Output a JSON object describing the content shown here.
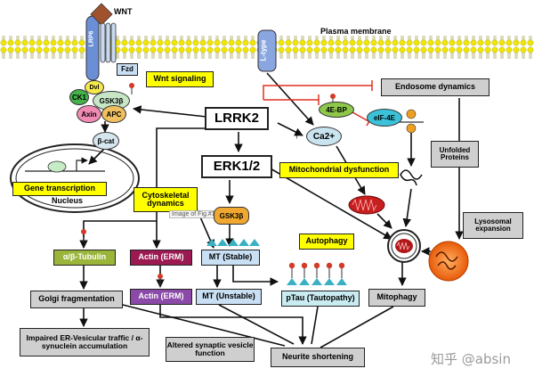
{
  "labels": {
    "wnt": "WNT",
    "plasma_membrane": "Plasma membrane",
    "lrp6": "LRP6",
    "fzd": "Fzd",
    "dvl": "Dvl",
    "ck1": "CK1",
    "gsk3b_complex": "GSK3β",
    "axin": "Axin",
    "apc": "APC",
    "b_cat": "β-cat",
    "nucleus": "Nucleus",
    "gene_transcription": "Gene transcription",
    "wnt_signaling": "Wnt signaling",
    "l_type": "L-type",
    "lrrk2": "LRRK2",
    "erk12": "ERK1/2",
    "ca2": "Ca2+",
    "4ebp": "4E-BP",
    "eif4e": "eIF-4E",
    "endosome_dynamics": "Endosome dynamics",
    "unfolded_proteins": "Unfolded Proteins",
    "mitochondrial_dysfunction": "Mitochondrial dysfunction",
    "lysosomal_expansion": "Lysosomal expansion",
    "cytoskeletal_dynamics": "Cytoskeletal dynamics",
    "image_caption": "Image of Fig.#1",
    "gsk3b": "GSK3β",
    "autophagy": "Autophagy",
    "ab_tubulin": "α/β-Tubulin",
    "actin_erm_1": "Actin (ERM)",
    "mt_stable": "MT (Stable)",
    "golgi_fragmentation": "Golgi fragmentation",
    "actin_erm_2": "Actin (ERM)",
    "mt_unstable": "MT (Unstable)",
    "ptau": "pTau (Tautopathy)",
    "mitophagy": "Mitophagy",
    "impaired_er": "Impaired ER-Vesicular traffic / α-synuclein accumulation",
    "altered_synaptic": "Altered synaptic vesicle function",
    "neurite_shortening": "Neurite shortening",
    "watermark": "知乎 @absin"
  },
  "colors": {
    "membrane_yellow": "#f2e600",
    "membrane_green": "#c9c95a",
    "wnt_brown": "#a0522d",
    "lrp6_blue": "#6a8fd6",
    "ltype_blue": "#8aa6e0",
    "inhibit_red": "#e03020",
    "mito_red": "#c81e1e",
    "lysosome_orange": "#f06a10"
  }
}
